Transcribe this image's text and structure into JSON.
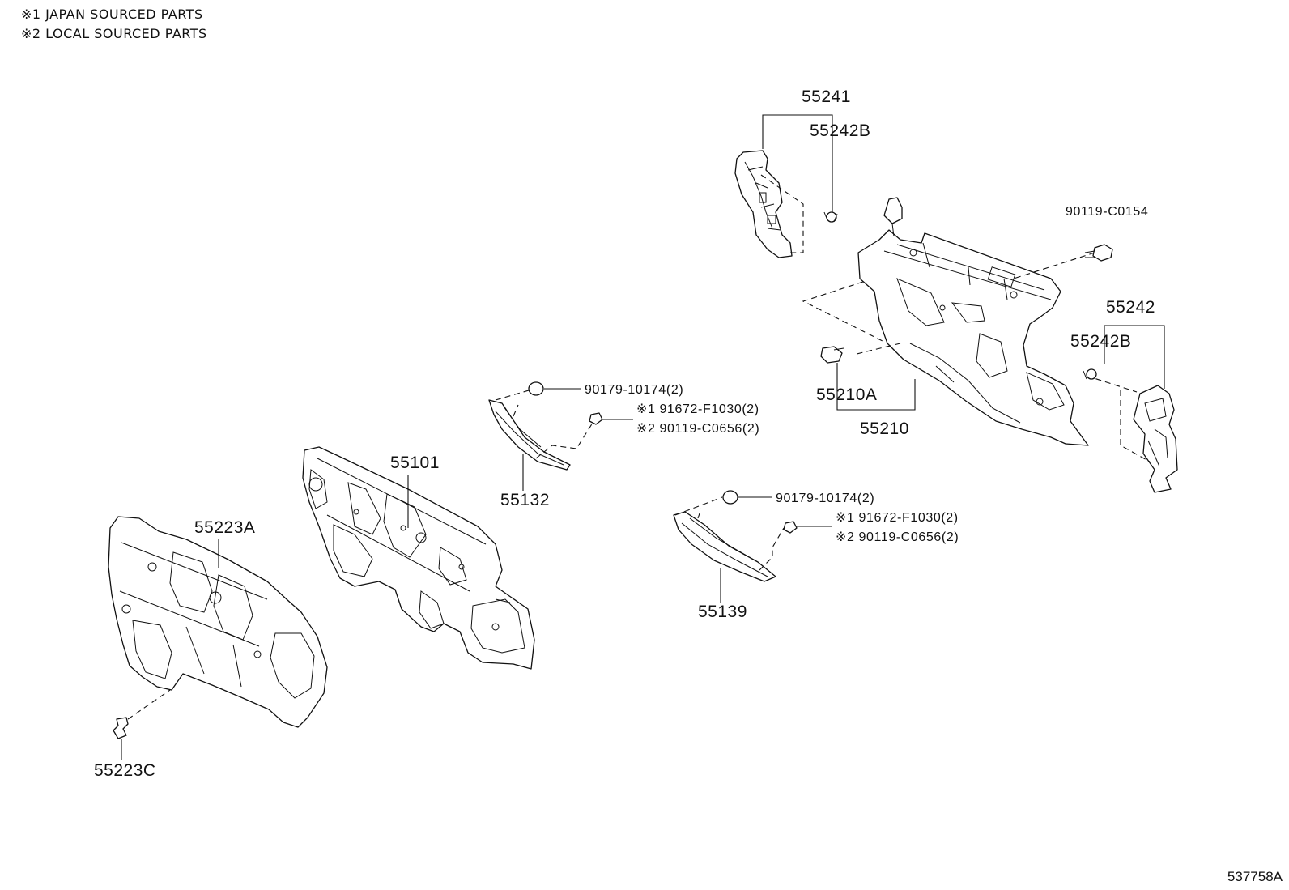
{
  "legend": {
    "note_1": "※1 JAPAN SOURCED PARTS",
    "note_2": "※2 LOCAL SOURCED PARTS"
  },
  "diagram_id": "537758A",
  "parts": {
    "p55241": "55241",
    "p55242B_top": "55242B",
    "p90119_C0154": "90119-C0154",
    "p55242": "55242",
    "p55242B_right": "55242B",
    "p55210A": "55210A",
    "p55210": "55210",
    "p90179_a": "90179-10174(2)",
    "p91672_a": "※1 91672-F1030(2)",
    "p90119_a": "※2 90119-C0656(2)",
    "p55101": "55101",
    "p55132": "55132",
    "p90179_b": "90179-10174(2)",
    "p91672_b": "※1 91672-F1030(2)",
    "p90119_b": "※2 90119-C0656(2)",
    "p55139": "55139",
    "p55223A": "55223A",
    "p55223C": "55223C"
  }
}
